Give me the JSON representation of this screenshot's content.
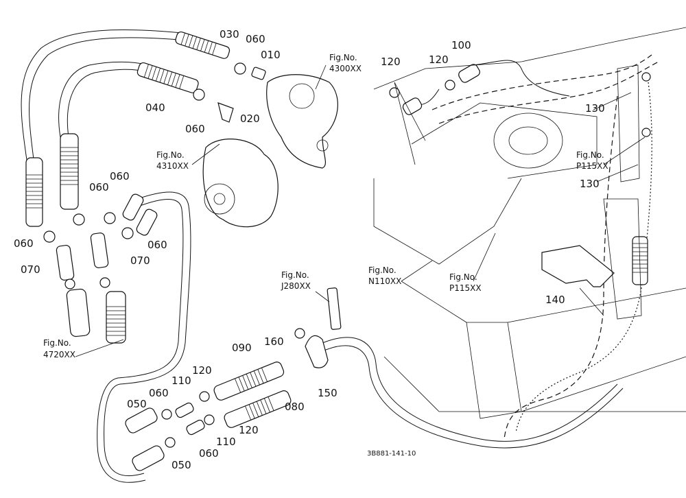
{
  "labels": {
    "p030": "030",
    "p060_a": "060",
    "p010": "010",
    "p040": "040",
    "p020": "020",
    "p060_b": "060",
    "p060_c": "060",
    "p060_d": "060",
    "p060_e": "060",
    "p060_f": "060",
    "p070_a": "070",
    "p070_b": "070",
    "p090": "090",
    "p160": "160",
    "p150": "150",
    "p080": "080",
    "p120_a": "120",
    "p110_a": "110",
    "p060_g": "060",
    "p050_a": "050",
    "p120_b": "120",
    "p110_b": "110",
    "p060_h": "060",
    "p050_b": "050",
    "p100": "100",
    "p120_c": "120",
    "p120_d": "120",
    "p130_a": "130",
    "p130_b": "130",
    "p140": "140"
  },
  "figrefs": {
    "f4300_label": "Fig.No.",
    "f4300_code": "4300XX",
    "f4310_label": "Fig.No.",
    "f4310_code": "4310XX",
    "f4720_label": "Fig.No.",
    "f4720_code": "4720XX",
    "fJ280_label": "Fig.No.",
    "fJ280_code": "J280XX",
    "fN110_label": "Fig.No.",
    "fN110_code": "N110XX",
    "fP115a_label": "Fig.No.",
    "fP115a_code": "P115XX",
    "fP115b_label": "Fig.No.",
    "fP115b_code": "P115XX"
  },
  "drawing_code": "3B881-141-10"
}
